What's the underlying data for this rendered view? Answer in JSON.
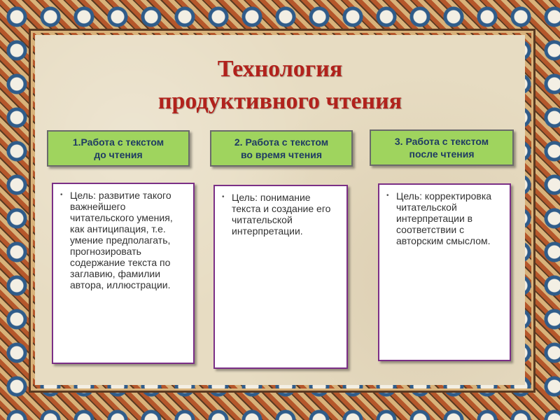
{
  "title": {
    "line1": "Технология",
    "line2": "продуктивного чтения"
  },
  "headers": [
    {
      "line1": "1.Работа с текстом",
      "line2": "до чтения"
    },
    {
      "line1": "2. Работа с текстом",
      "line2": "во время чтения"
    },
    {
      "line1": "3. Работа с текстом",
      "line2": "после чтения"
    }
  ],
  "boxes": [
    {
      "text": "Цель: развитие такого важнейшего читательского умения, как антиципация, т.е. умение предполагать, прогнозировать содержание текста по заглавию, фамилии автора, иллюстрации."
    },
    {
      "text": "Цель: понимание текста и создание его читательской интерпретации."
    },
    {
      "text": "Цель: корректировка читательской интерпретации в соответствии с авторским смыслом."
    }
  ]
}
